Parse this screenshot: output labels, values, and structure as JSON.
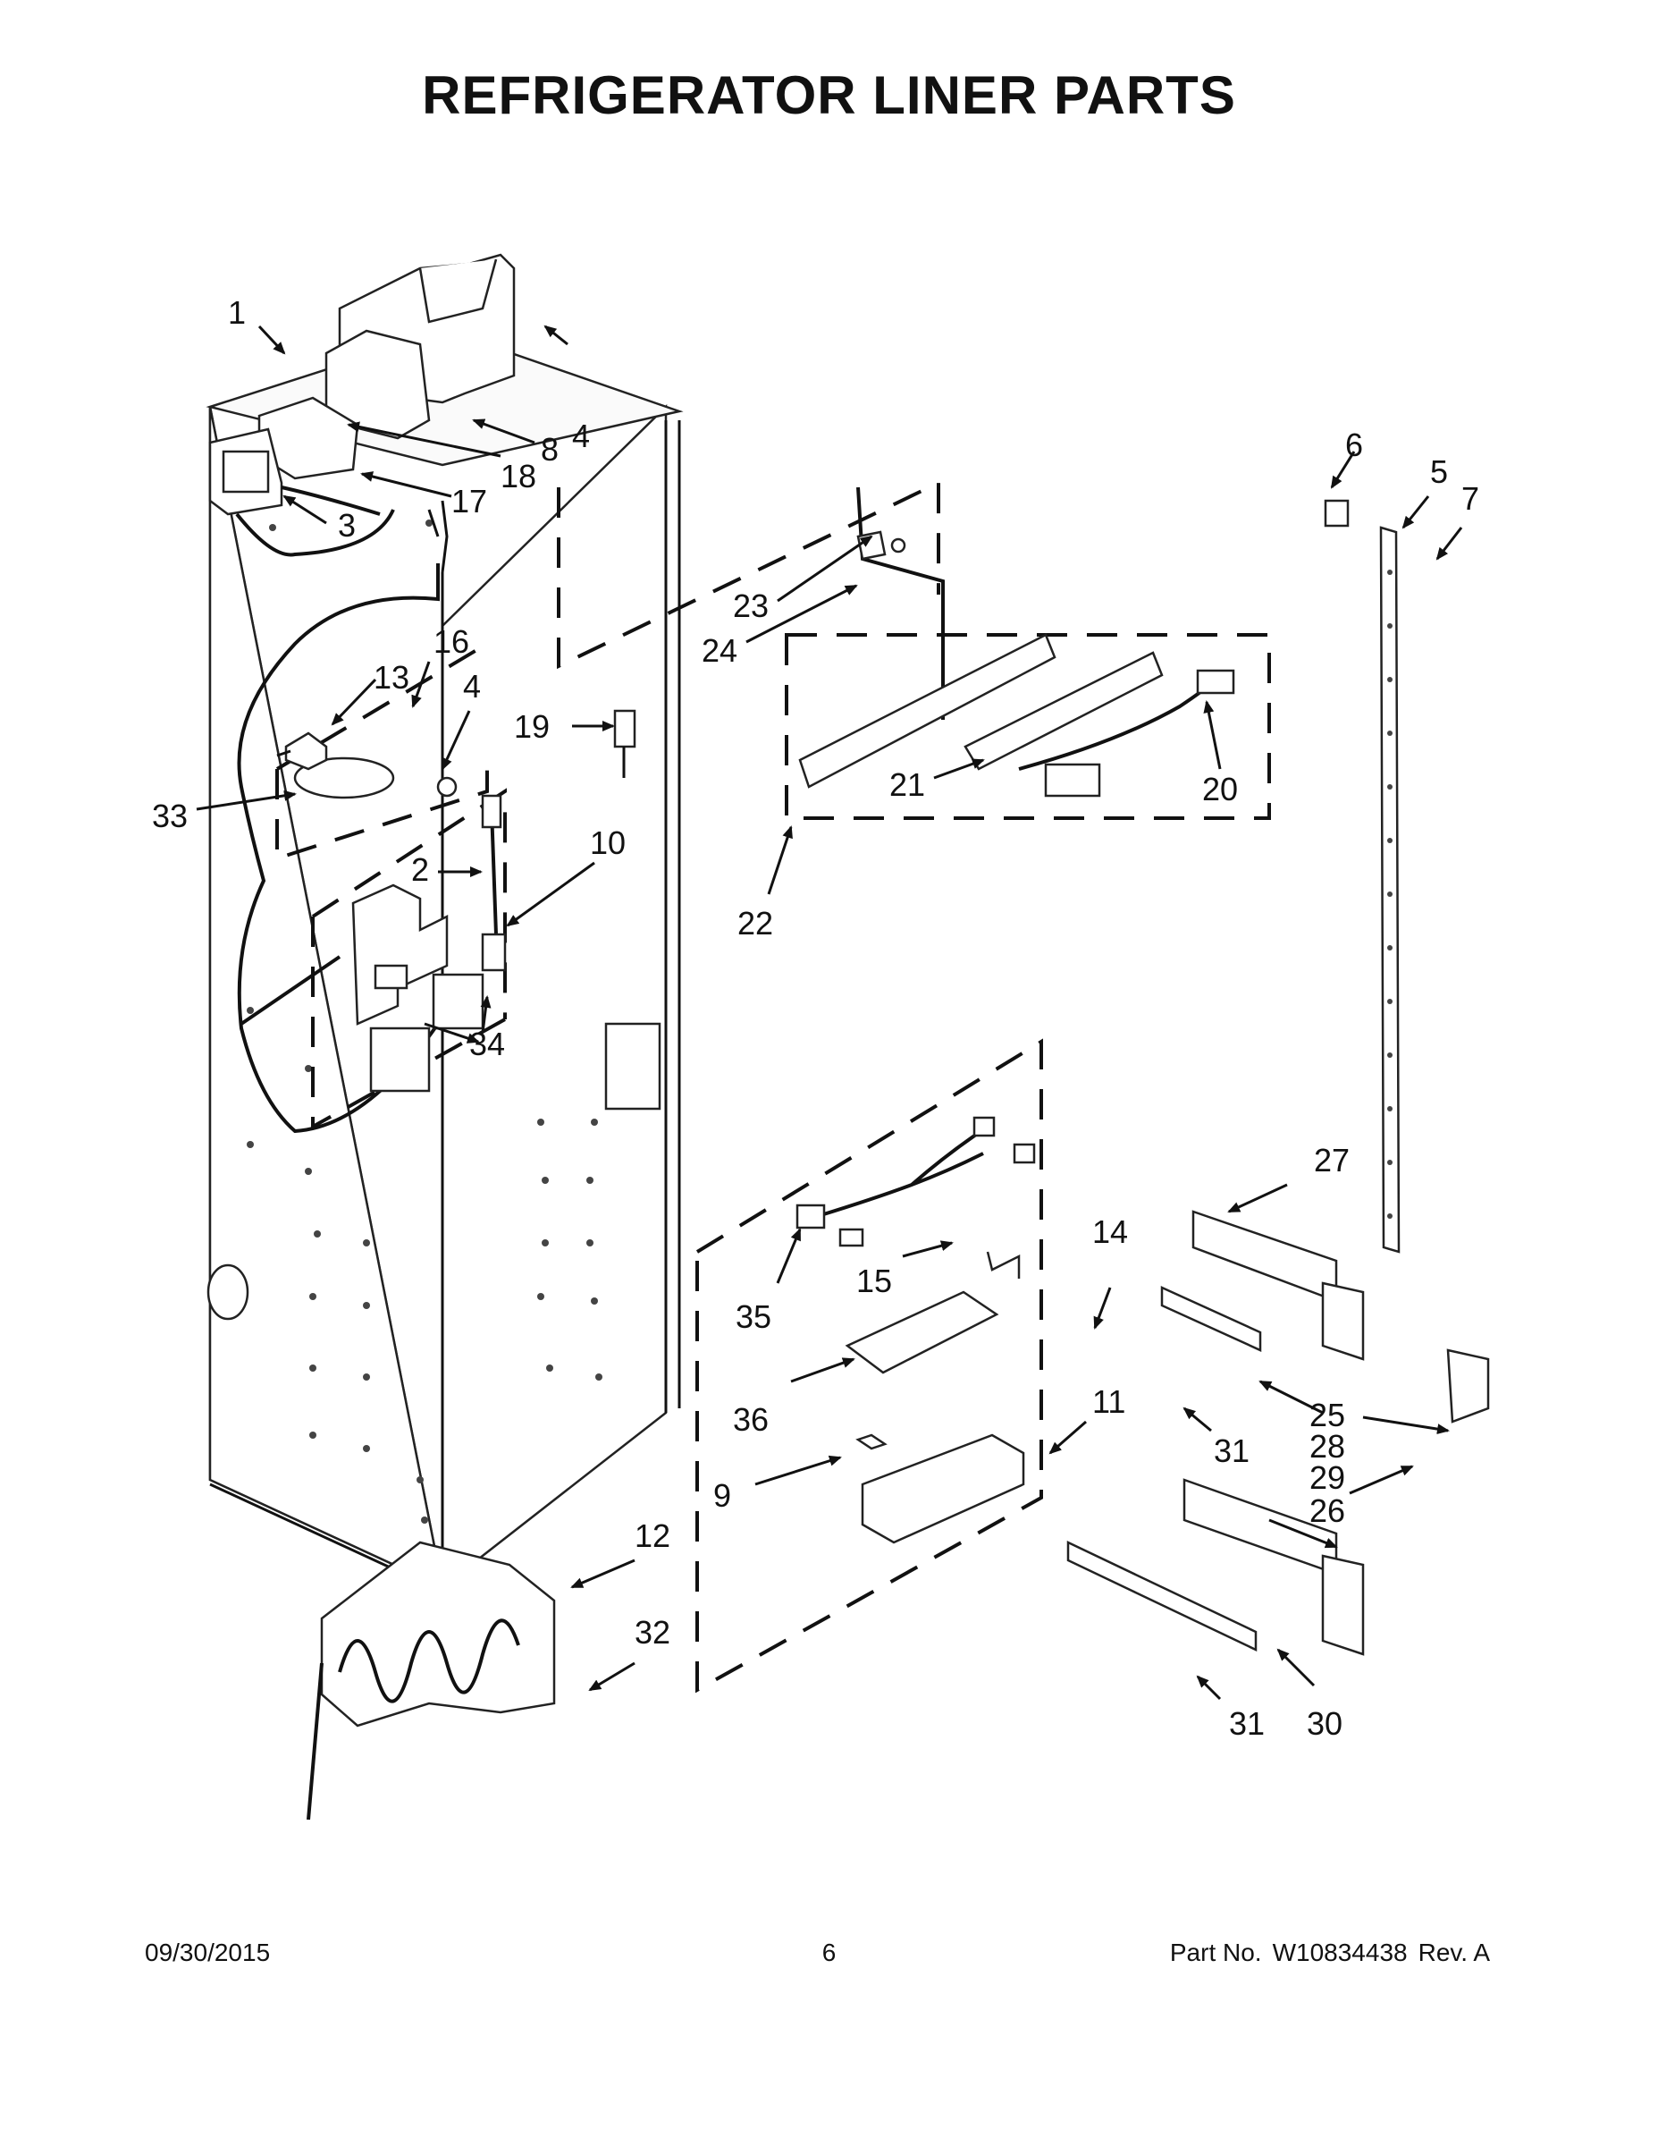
{
  "title": "REFRIGERATOR LINER PARTS",
  "footer": {
    "date": "09/30/2015",
    "page": "6",
    "part_label": "Part No.",
    "part_number": "W10834438",
    "revision": "Rev. A"
  },
  "labels": {
    "l1": "1",
    "l2": "2",
    "l3": "3",
    "l4a": "4",
    "l4b": "4",
    "l5": "5",
    "l6": "6",
    "l7": "7",
    "l8": "8",
    "l9": "9",
    "l10": "10",
    "l11": "11",
    "l12": "12",
    "l13": "13",
    "l14": "14",
    "l15": "15",
    "l16": "16",
    "l17": "17",
    "l18": "18",
    "l19": "19",
    "l20": "20",
    "l21": "21",
    "l22": "22",
    "l23": "23",
    "l24": "24",
    "l25": "25",
    "l26": "26",
    "l27": "27",
    "l28": "28",
    "l29": "29",
    "l30": "30",
    "l31a": "31",
    "l31b": "31",
    "l32": "32",
    "l33": "33",
    "l34": "34",
    "l35": "35",
    "l36": "36"
  }
}
